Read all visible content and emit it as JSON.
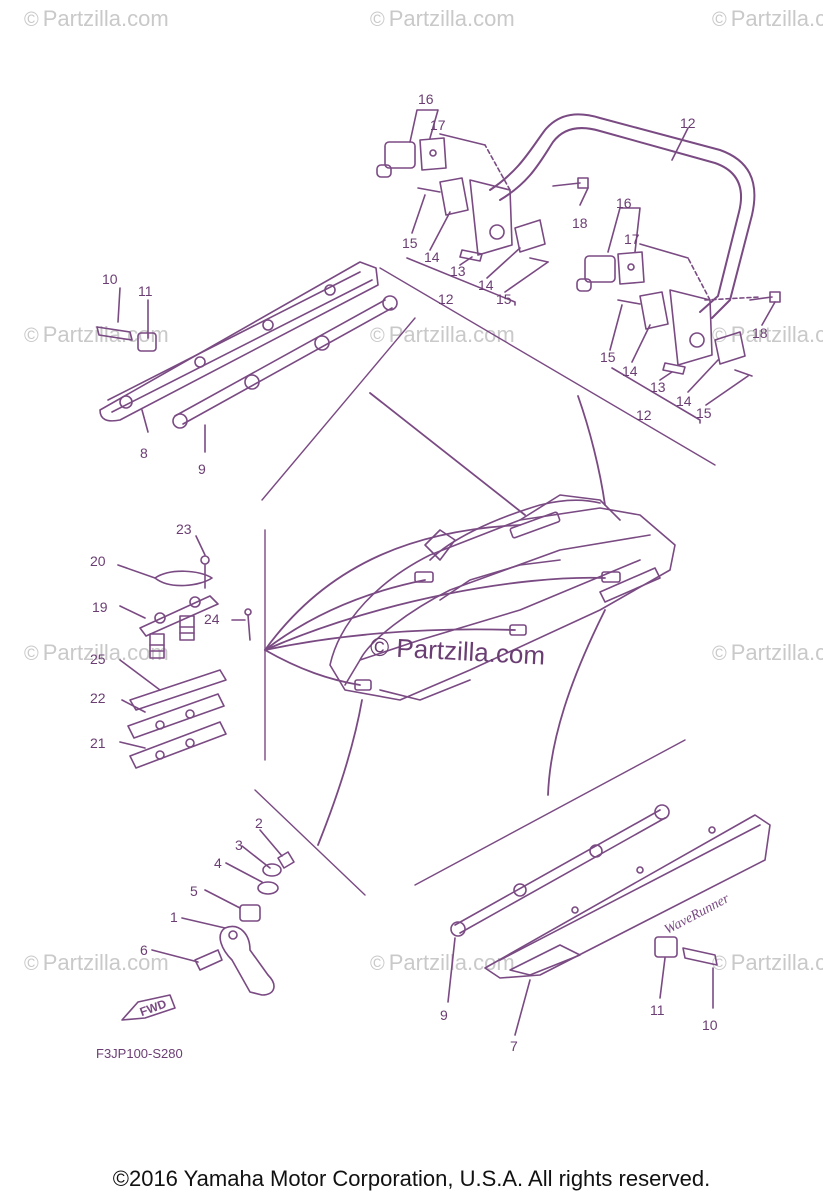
{
  "watermark_text": "Partzilla.com",
  "watermark_symbol": "©",
  "center_watermark": "© Partzilla.com",
  "diagram_code": "F3JP100-S280",
  "fwd_label": "FWD",
  "brand_on_part": "WaveRunner",
  "copyright": "©2016 Yamaha Motor Corporation, U.S.A. All rights reserved.",
  "line_color": "#7a4a83",
  "callouts": [
    "16",
    "17",
    "12",
    "18",
    "15",
    "14",
    "13",
    "12",
    "14",
    "15",
    "16",
    "17",
    "18",
    "15",
    "14",
    "13",
    "12",
    "14",
    "15",
    "10",
    "11",
    "8",
    "9",
    "23",
    "20",
    "19",
    "24",
    "25",
    "22",
    "21",
    "2",
    "3",
    "4",
    "5",
    "1",
    "6",
    "9",
    "7",
    "11",
    "10"
  ]
}
